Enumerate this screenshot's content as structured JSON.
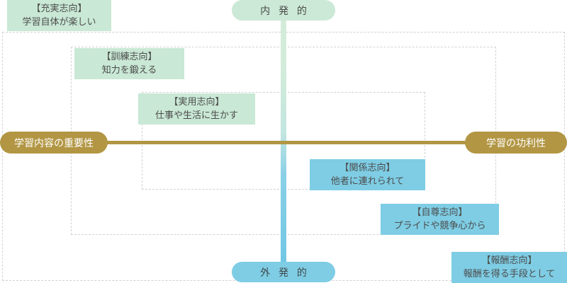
{
  "diagram": {
    "axes": {
      "horizontal": {
        "left_label": "学習内容の重要性",
        "right_label": "学習の功利性",
        "color": "#b29643"
      },
      "vertical": {
        "top_label": "内 発 的",
        "bottom_label": "外 発 的",
        "top_color": "#cbe9d6",
        "bottom_color": "#7ecde4"
      }
    },
    "categories": [
      {
        "id": "jujitsu",
        "title": "【充実志向】",
        "description": "学習自体が楽しい",
        "group": "intrinsic",
        "color": "#c9e8d5"
      },
      {
        "id": "kunren",
        "title": "【訓練志向】",
        "description": "知力を鍛える",
        "group": "intrinsic",
        "color": "#c9e8d5"
      },
      {
        "id": "jitsuyo",
        "title": "【実用志向】",
        "description": "仕事や生活に生かす",
        "group": "intrinsic",
        "color": "#c9e8d5"
      },
      {
        "id": "kankei",
        "title": "【関係志向】",
        "description": "他者に連れられて",
        "group": "extrinsic",
        "color": "#7ecde4"
      },
      {
        "id": "jison",
        "title": "【自尊志向】",
        "description": "プライドや競争心から",
        "group": "extrinsic",
        "color": "#7ecde4"
      },
      {
        "id": "hoshu",
        "title": "【報酬志向】",
        "description": "報酬を得る手段として",
        "group": "extrinsic",
        "color": "#7ecde4"
      }
    ],
    "frames": {
      "border_color": "#d2d2d2",
      "style": "dashed",
      "count": 3
    }
  }
}
